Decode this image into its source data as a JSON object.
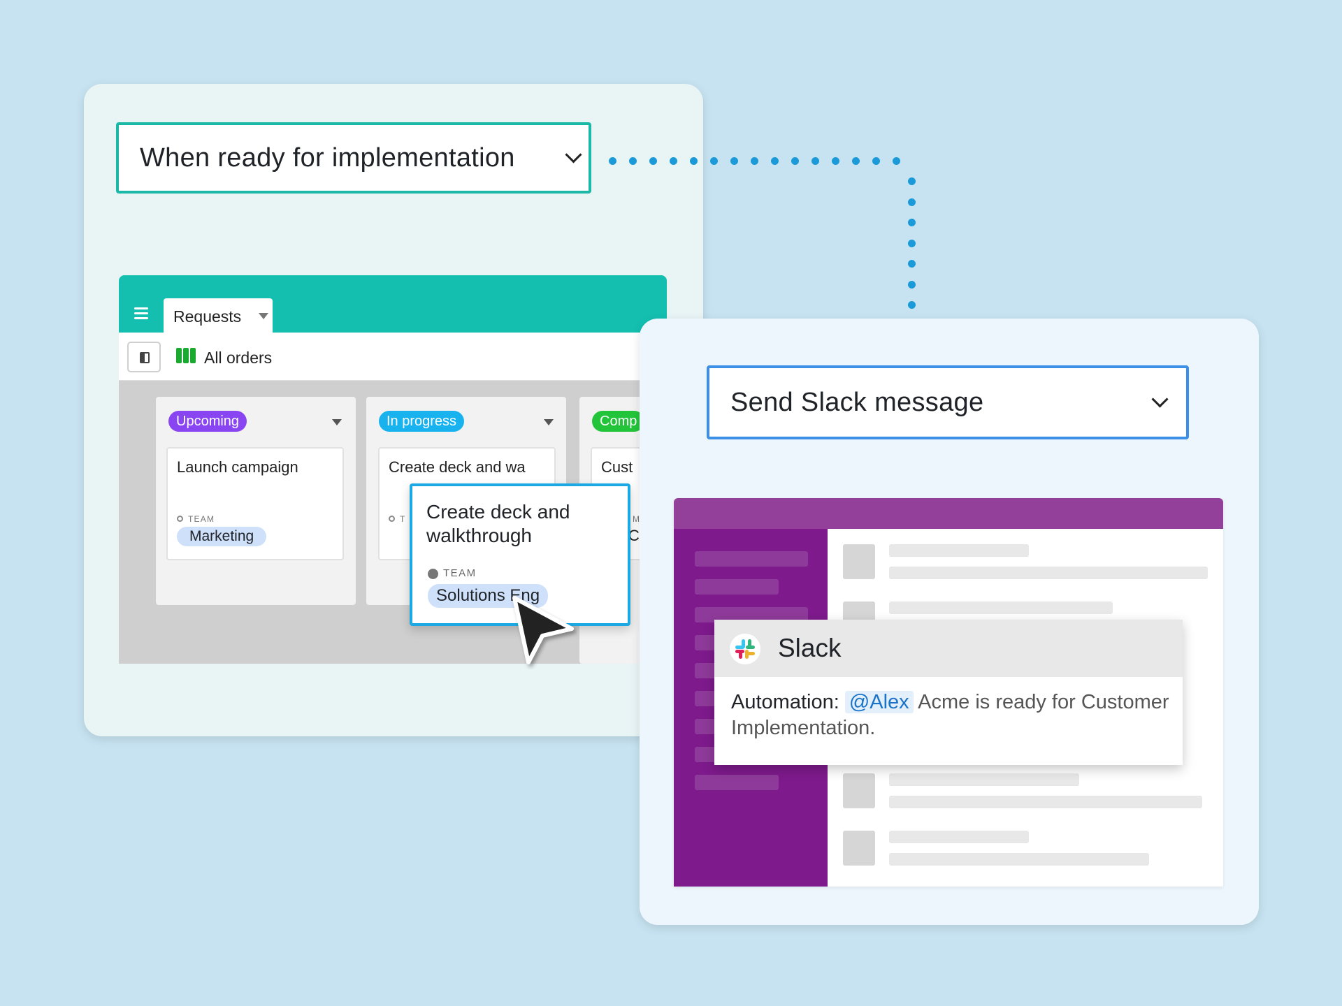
{
  "trigger": {
    "label": "When ready for implementation"
  },
  "action": {
    "label": "Send Slack message"
  },
  "base": {
    "table_tab": "Requests",
    "view_name": "All orders",
    "columns": [
      {
        "status": "Upcoming",
        "color": "#8a45f2",
        "card": {
          "title": "Launch campaign",
          "field_label": "TEAM",
          "team": "Marketing"
        }
      },
      {
        "status": "In progress",
        "color": "#18b3ef",
        "card": {
          "title": "Create deck and wa",
          "field_label": "T",
          "team": ""
        }
      },
      {
        "status": "Comp",
        "color": "#22c53a",
        "card": {
          "title": "Cust",
          "field_label": "M",
          "team": "Cu"
        }
      }
    ]
  },
  "drag_card": {
    "title_line1": "Create deck and",
    "title_line2": "walkthrough",
    "field_label": "TEAM",
    "team": "Solutions Eng"
  },
  "slack": {
    "app_name": "Slack",
    "message_lead": "Automation:",
    "mention": "@Alex",
    "message_rest": " Acme is ready for Customer Implementation."
  },
  "colors": {
    "trigger_border": "#1bb8a7",
    "action_border": "#3b8fe6",
    "connector": "#1a9ad9",
    "slack_sidebar": "#7e1a8c",
    "slack_topbar": "#93409a",
    "base_header": "#14bfb0"
  }
}
